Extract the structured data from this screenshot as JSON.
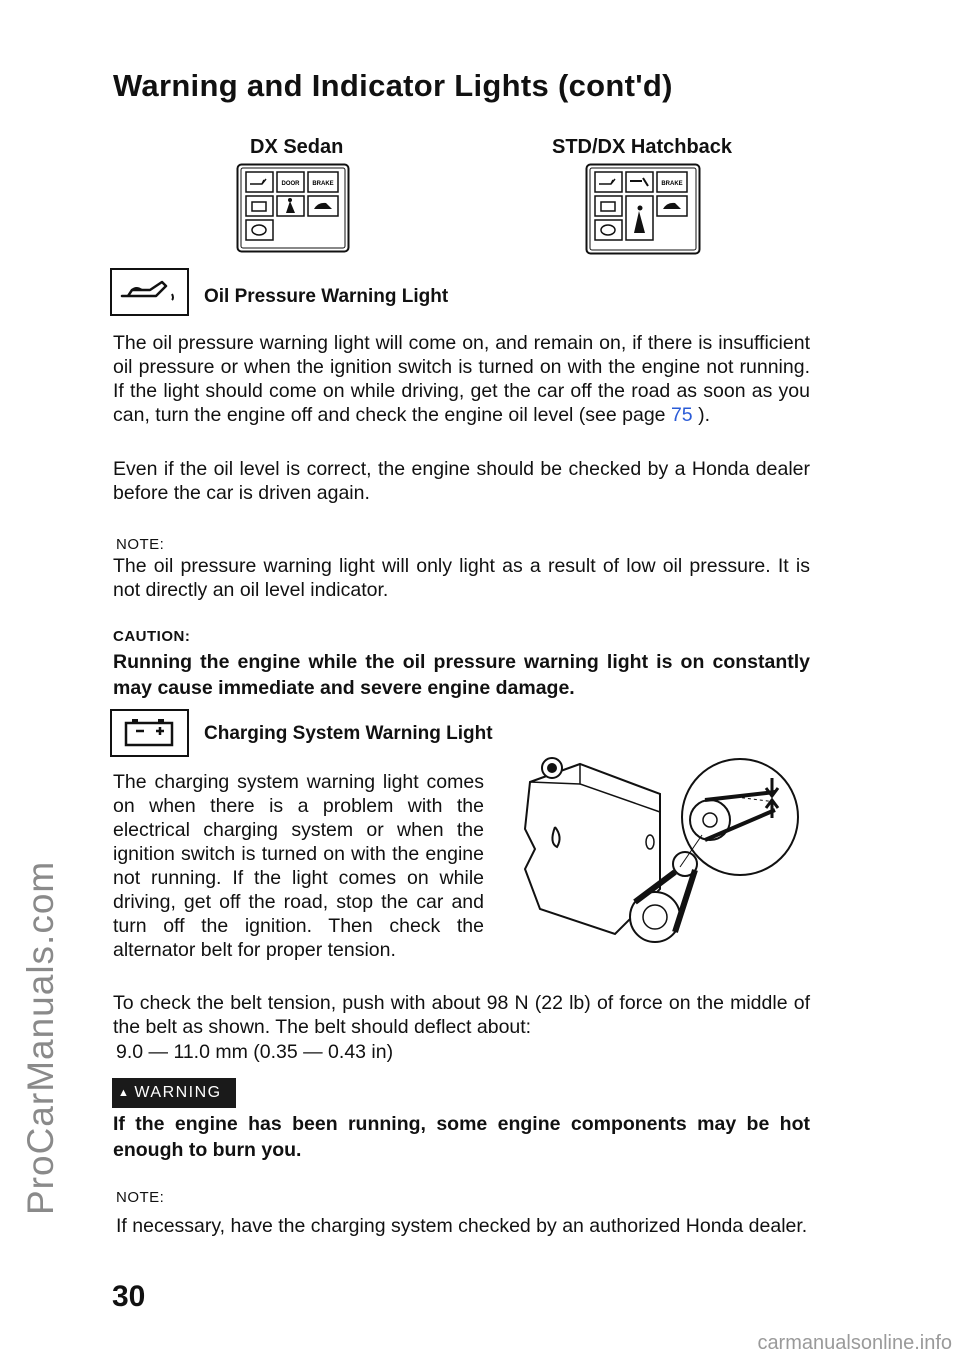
{
  "watermark_side": "ProCarManuals.com",
  "watermark_footer": "carmanualsonline.info",
  "title": "Warning and Indicator Lights (cont'd)",
  "panels": {
    "left_label": "DX Sedan",
    "right_label": "STD/DX Hatchback",
    "door_label": "DOOR",
    "brake_label": "BRAKE"
  },
  "oil": {
    "heading": "Oil Pressure Warning Light",
    "para1_before": "The oil pressure warning light will come on, and remain on, if there is insufficient oil pressure or when the ignition switch is turned on with the engine not running. If the light should come on while driving, get the car off the road as soon as you can, turn the engine off and check the engine oil level (see page ",
    "para1_page": "75",
    "para1_after": " ).",
    "para2": "Even if the oil level is correct, the engine should be checked by a Honda dealer before the car is driven again.",
    "note_label": "NOTE:",
    "note_text": "The oil pressure warning light will only light as a result of low oil pressure. It is not directly an oil level indicator.",
    "caution_label": "CAUTION:",
    "caution_text": "Running the engine while the oil pressure warning light is on constantly may cause immediate and severe engine damage."
  },
  "charging": {
    "heading": "Charging System Warning Light",
    "para1": "The charging system warning light comes on when there is a problem with the electrical charging system or when the ignition switch is turned on with the engine not running. If the light comes on while driving, get off the road, stop the car and turn off the ignition. Then check the alternator belt for proper tension.",
    "para2": "To check the belt tension, push with about 98 N (22 lb) of force on the middle of the belt as shown. The belt should deflect about:",
    "spec": "9.0 — 11.0 mm (0.35 — 0.43 in)",
    "warning_badge": "WARNING",
    "warning_text": "If the engine has been running, some engine components may be hot enough to burn you.",
    "note_label": "NOTE:",
    "note_text": "If necessary, have the charging system checked by an authorized Honda dealer."
  },
  "page_number": "30"
}
